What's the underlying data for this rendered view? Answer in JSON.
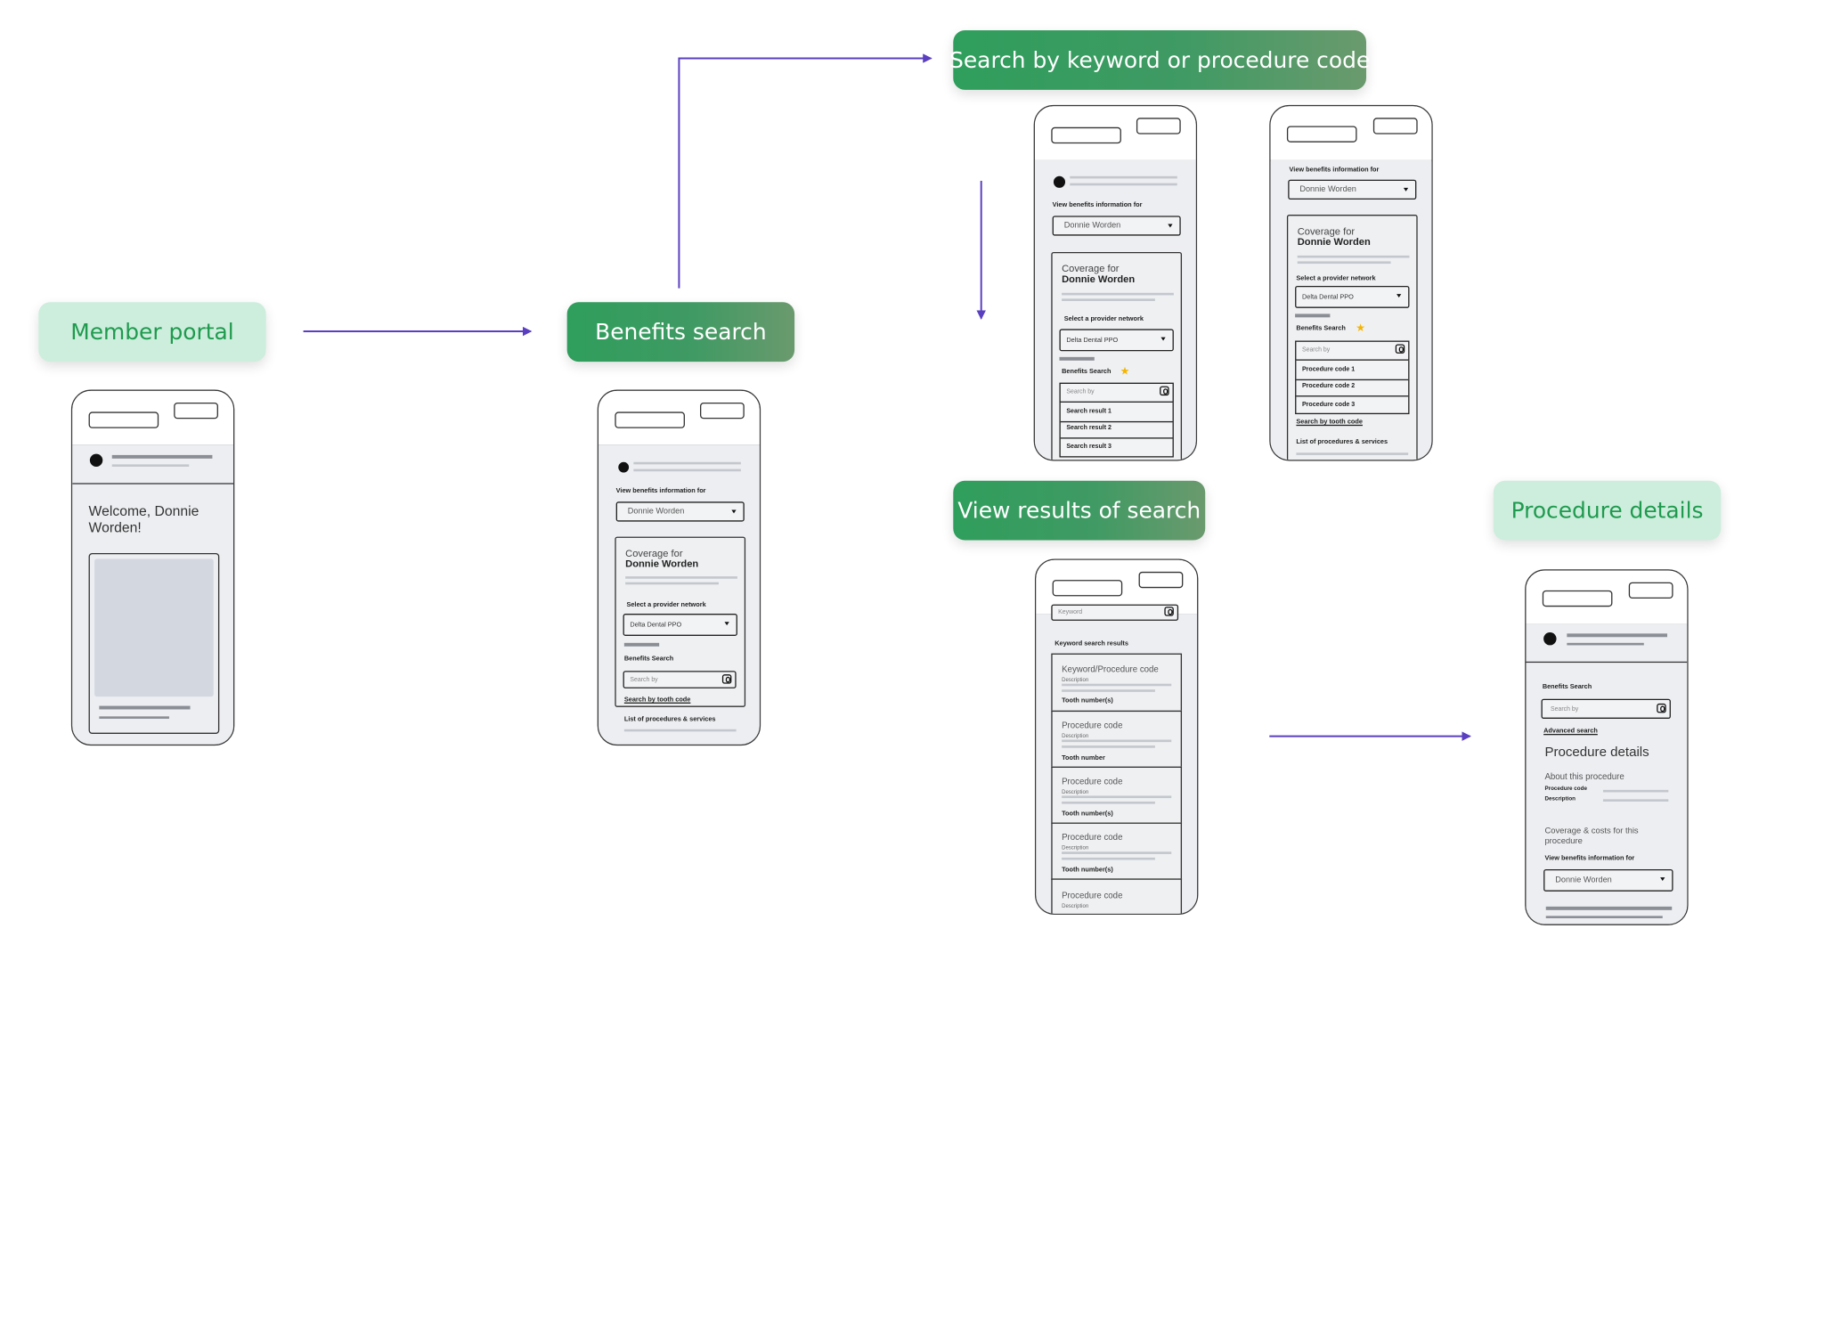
{
  "stages": {
    "member_portal": "Member portal",
    "benefits_search": "Benefits search",
    "search_keyword": "Search by keyword or procedure code",
    "view_results": "View results of search",
    "procedure_details": "Procedure details"
  },
  "colors": {
    "light_pill_bg": "#cdeedd",
    "light_pill_text": "#1f9a4e",
    "dark_pill_bg": "#2f9e5c",
    "arrow": "#5a3fc0"
  },
  "wireframes": {
    "member_portal": {
      "welcome": "Welcome, Donnie Worden!"
    },
    "benefits_search": {
      "view_info_label": "View benefits information for",
      "member_select": "Donnie Worden",
      "coverage_for": "Coverage for",
      "member_name": "Donnie Worden",
      "provider_label": "Select a provider network",
      "provider_select": "Delta Dental PPO",
      "benefits_search_label": "Benefits Search",
      "search_placeholder": "Search by",
      "tooth_code_link": "Search by tooth code",
      "procedures_list": "List of procedures & services"
    },
    "keyword_search_a": {
      "view_info_label": "View benefits information for",
      "member_select": "Donnie Worden",
      "coverage_for": "Coverage for",
      "member_name": "Donnie Worden",
      "provider_label": "Select a provider network",
      "provider_select": "Delta Dental PPO",
      "benefits_search_label": "Benefits Search",
      "search_placeholder": "Search by",
      "results": [
        "Search result 1",
        "Search result 2",
        "Search result 3"
      ]
    },
    "keyword_search_b": {
      "view_info_label": "View benefits information for",
      "member_select": "Donnie Worden",
      "coverage_for": "Coverage for",
      "member_name": "Donnie Worden",
      "provider_label": "Select a provider network",
      "provider_select": "Delta Dental PPO",
      "benefits_search_label": "Benefits Search",
      "search_placeholder": "Search by",
      "results": [
        "Procedure code 1",
        "Procedure code 2",
        "Procedure code 3"
      ],
      "tooth_code_link": "Search by tooth code",
      "procedures_list": "List of procedures & services"
    },
    "results": {
      "keyword_placeholder": "Keyword",
      "results_label": "Keyword search results",
      "cards": [
        {
          "title": "Keyword/Procedure code",
          "desc": "Description",
          "tooth": "Tooth number(s)"
        },
        {
          "title": "Procedure code",
          "desc": "Description",
          "tooth": "Tooth number"
        },
        {
          "title": "Procedure code",
          "desc": "Description",
          "tooth": "Tooth number(s)"
        },
        {
          "title": "Procedure code",
          "desc": "Description",
          "tooth": "Tooth number(s)"
        },
        {
          "title": "Procedure code",
          "desc": "Description",
          "tooth": ""
        }
      ]
    },
    "procedure_details": {
      "benefits_search_label": "Benefits Search",
      "search_placeholder": "Search by",
      "advanced_link": "Advanced search",
      "heading": "Procedure details",
      "about": "About this procedure",
      "code_label": "Procedure code",
      "desc_label": "Description",
      "coverage_costs": "Coverage & costs for this procedure",
      "view_info_label": "View benefits information for",
      "member_select": "Donnie Worden"
    }
  }
}
